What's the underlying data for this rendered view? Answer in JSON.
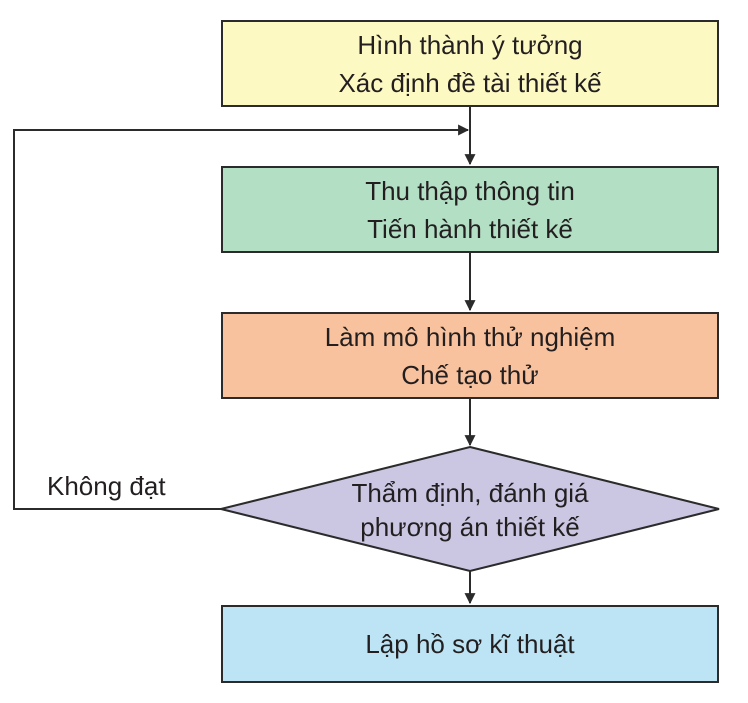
{
  "colors": {
    "step1_fill": "#fdf9c3",
    "step2_fill": "#b3dfc4",
    "step3_fill": "#f8c29e",
    "decision_fill": "#cbc7e3",
    "step5_fill": "#bde4f5",
    "line": "#2b2b2b"
  },
  "steps": [
    {
      "line1": "Hình thành ý tưởng",
      "line2": "Xác định đề tài thiết kế"
    },
    {
      "line1": "Thu thập thông tin",
      "line2": "Tiến hành thiết kế"
    },
    {
      "line1": "Làm mô hình thử nghiệm",
      "line2": "Chế tạo thử"
    }
  ],
  "decision": {
    "line1": "Thẩm định, đánh giá",
    "line2": "phương án thiết kế"
  },
  "final_step": {
    "line1": "Lập hồ sơ kĩ thuật"
  },
  "loop_label": "Không đạt"
}
